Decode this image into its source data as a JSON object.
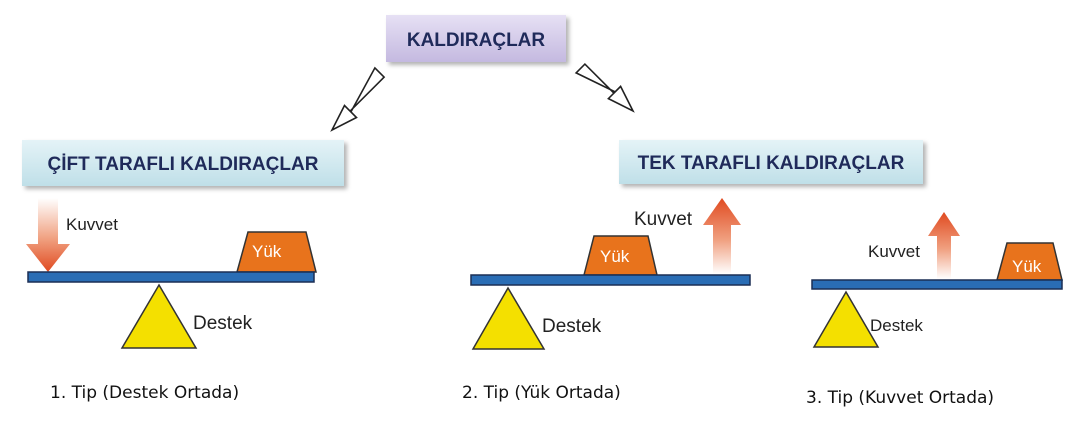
{
  "root": {
    "title": "KALDIRAÇLAR"
  },
  "categories": [
    {
      "title": "ÇİFT TARAFLI KALDIRAÇLAR"
    },
    {
      "title": "TEK TARAFLI KALDIRAÇLAR"
    }
  ],
  "levers": [
    {
      "caption": "1. Tip (Destek Ortada)",
      "force_label": "Kuvvet",
      "load_label": "Yük",
      "fulcrum_label": "Destek"
    },
    {
      "caption": "2. Tip (Yük Ortada)",
      "force_label": "Kuvvet",
      "load_label": "Yük",
      "fulcrum_label": "Destek"
    },
    {
      "caption": "3. Tip (Kuvvet Ortada)",
      "force_label": "Kuvvet",
      "load_label": "Yük",
      "fulcrum_label": "Destek"
    }
  ],
  "colors": {
    "root_box": "#d3cbe8",
    "category_box": "#cfe7ee",
    "box_text": "#1f2a5a",
    "beam": "#2a6db5",
    "load": "#e8731c",
    "fulcrum": "#f4e000",
    "force_arrow": "#e04a20"
  },
  "icons": [
    "hollow-arrow-left-icon",
    "hollow-arrow-right-icon",
    "force-arrow-down-icon",
    "force-arrow-up-icon"
  ]
}
